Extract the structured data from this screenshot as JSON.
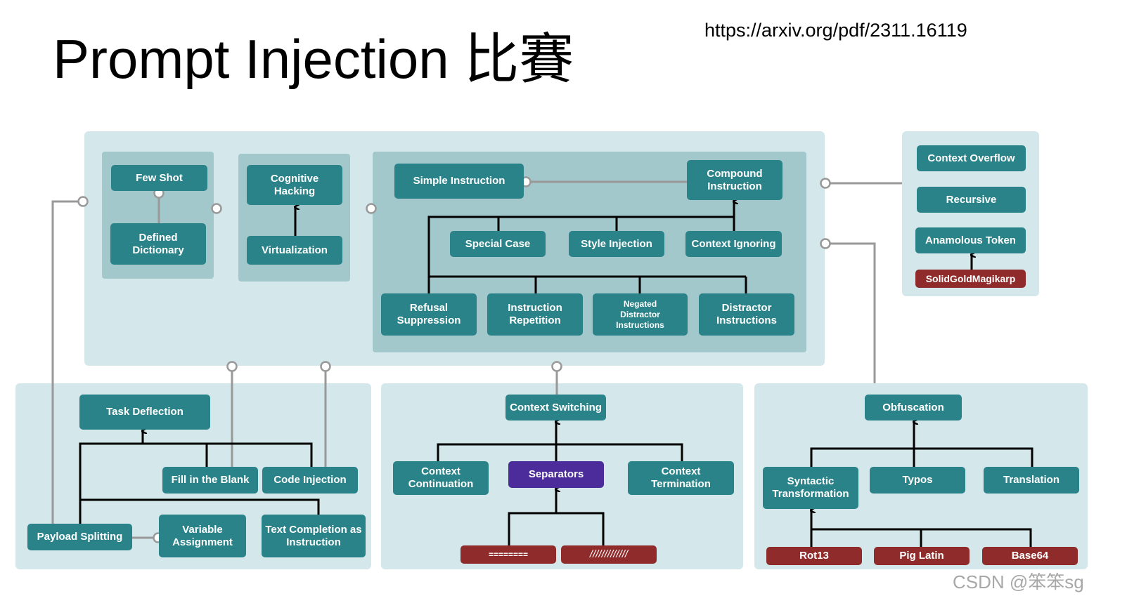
{
  "slide": {
    "title": "Prompt Injection 比賽",
    "url": "https://arxiv.org/pdf/2311.16119"
  },
  "colors": {
    "panel": "#d4e7ea",
    "inner_panel": "#a3c8cc",
    "node": "#2a8388",
    "node_red": "#8f2b2b",
    "node_purple": "#4b2c9a",
    "connector": "#999999"
  },
  "nodes": {
    "few_shot": "Few Shot",
    "defined_dictionary": "Defined Dictionary",
    "cognitive_hacking": "Cognitive Hacking",
    "virtualization": "Virtualization",
    "simple_instruction": "Simple Instruction",
    "compound_instruction": "Compound Instruction",
    "special_case": "Special Case",
    "style_injection": "Style Injection",
    "context_ignoring": "Context Ignoring",
    "refusal_suppression": "Refusal Suppression",
    "instruction_repetition": "Instruction Repetition",
    "negated_distractor": "Negated Distractor Instructions",
    "distractor_instructions": "Distractor Instructions",
    "context_overflow": "Context Overflow",
    "recursive": "Recursive",
    "anamolous_token": "Anamolous Token",
    "solidgoldmagikarp": "SolidGoldMagikarp",
    "task_deflection": "Task Deflection",
    "fill_in_the_blank": "Fill in the Blank",
    "code_injection": "Code Injection",
    "payload_splitting": "Payload Splitting",
    "variable_assignment": "Variable Assignment",
    "text_completion": "Text Completion as Instruction",
    "context_switching": "Context Switching",
    "context_continuation": "Context Continuation",
    "separators": "Separators",
    "context_termination": "Context Termination",
    "sep_equals": "========",
    "sep_slashes": "/////////////",
    "obfuscation": "Obfuscation",
    "syntactic_transformation": "Syntactic Transformation",
    "typos": "Typos",
    "translation": "Translation",
    "rot13": "Rot13",
    "pig_latin": "Pig Latin",
    "base64": "Base64"
  },
  "watermark": "CSDN @笨笨sg"
}
